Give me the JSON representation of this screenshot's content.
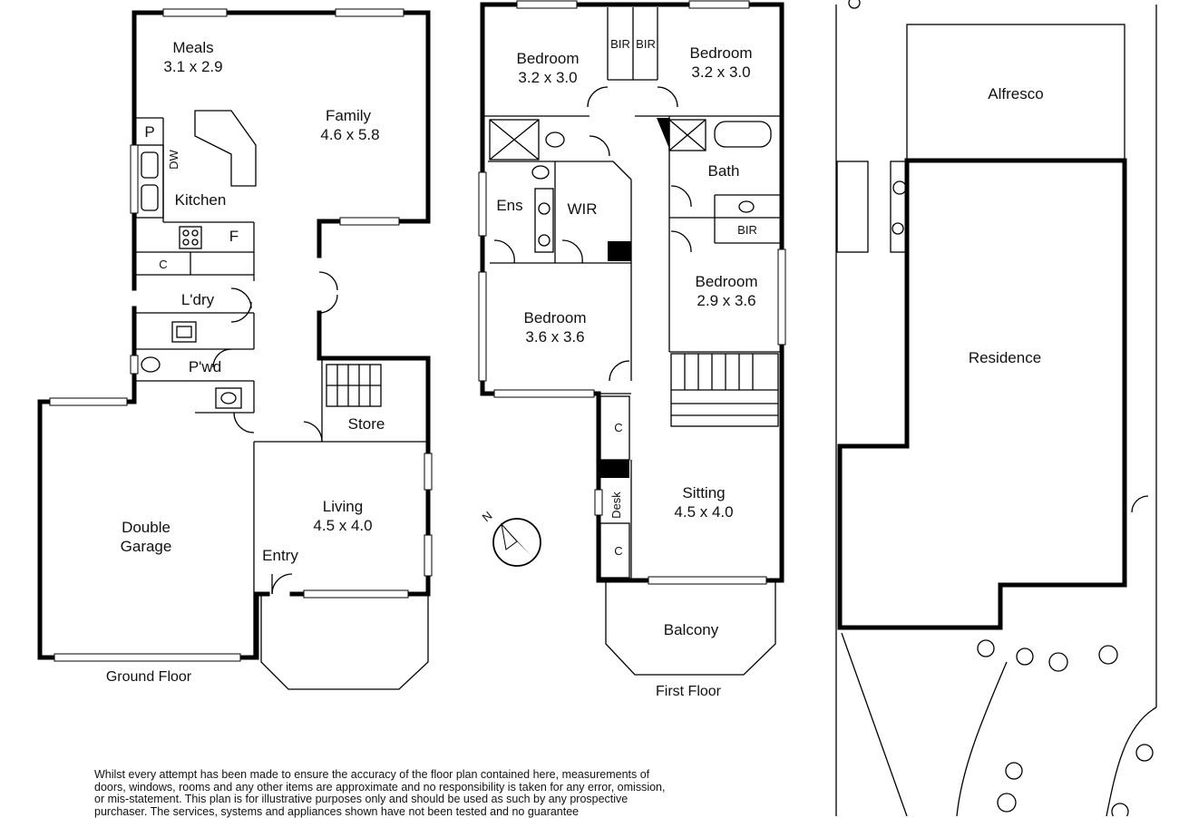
{
  "ground_floor": {
    "caption": "Ground Floor",
    "rooms": {
      "meals": {
        "name": "Meals",
        "size": "3.1 x 2.9"
      },
      "family": {
        "name": "Family",
        "size": "4.6 x 5.8"
      },
      "kitchen": "Kitchen",
      "pantry": "P",
      "dishwasher": "DW",
      "fridge": "F",
      "cupboard": "C",
      "laundry": "L'dry",
      "powder": "P'wd",
      "store": "Store",
      "garage": {
        "line1": "Double",
        "line2": "Garage"
      },
      "living": {
        "name": "Living",
        "size": "4.5 x 4.0"
      },
      "entry": "Entry"
    }
  },
  "first_floor": {
    "caption": "First Floor",
    "rooms": {
      "bedroom_nw": {
        "name": "Bedroom",
        "size": "3.2 x 3.0"
      },
      "bedroom_ne": {
        "name": "Bedroom",
        "size": "3.2 x 3.0"
      },
      "bir_left": "BIR",
      "bir_right": "BIR",
      "bath": "Bath",
      "bir_bath": "BIR",
      "ensuite": "Ens",
      "wir": "WIR",
      "bedroom_mid_left": {
        "name": "Bedroom",
        "size": "3.6 x 3.6"
      },
      "bedroom_mid_right": {
        "name": "Bedroom",
        "size": "2.9 x 3.6"
      },
      "cupboard_top": "C",
      "cupboard_bottom": "C",
      "desk": "Desk",
      "sitting": {
        "name": "Sitting",
        "size": "4.5 x 4.0"
      },
      "balcony": "Balcony"
    }
  },
  "site_plan": {
    "alfresco": "Alfresco",
    "residence": "Residence"
  },
  "compass": {
    "label": "N"
  },
  "disclaimer": "Whilst every attempt has been made to ensure the accuracy of the floor plan contained here, measurements of doors, windows, rooms and any other items are approximate and no responsibility is taken for any error, omission, or mis-statement.  This plan is for illustrative purposes only and should be used as such by any prospective purchaser.  The services, systems and appliances shown have not been tested and no guarantee"
}
